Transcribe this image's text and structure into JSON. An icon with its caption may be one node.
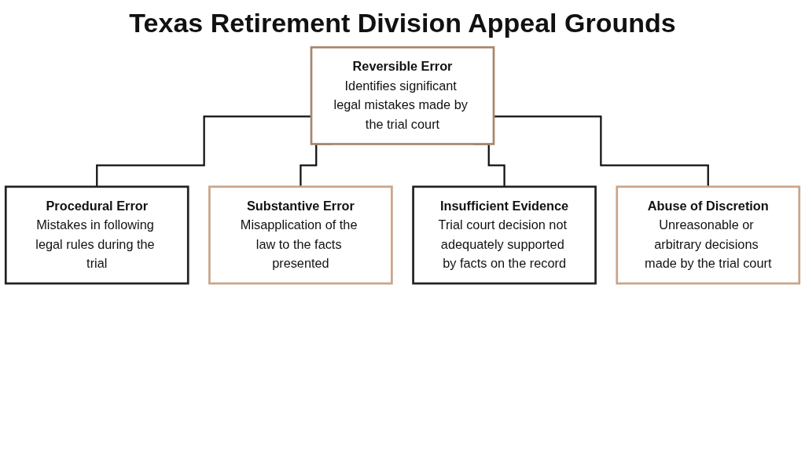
{
  "diagram": {
    "title": "Texas Retirement Division Appeal Grounds",
    "nodes": [
      {
        "text": [
          "Reversible Error",
          "Identifies significant legal mistakes made by the trial court"
        ]
      },
      {
        "text": [
          "Procedural Error",
          "Mistakes in following legal rules during the trial"
        ]
      },
      {
        "text": [
          "Substantive Error",
          "Misapplication of the law to the facts presented"
        ]
      },
      {
        "text": [
          "Insufficient Evidence",
          "Trial court decision not adequately supported by facts on the record"
        ]
      },
      {
        "text": [
          "Abuse of Discretion",
          "Unreasonable or arbitrary decisions made by the trial court"
        ]
      }
    ],
    "edges": [
      {
        "from": 0,
        "to": 1,
        "arrow": "none"
      },
      {
        "from": 0,
        "to": 2,
        "arrow": "none"
      },
      {
        "from": 0,
        "to": 3,
        "arrow": "none"
      },
      {
        "from": 0,
        "to": 4,
        "arrow": "none"
      }
    ]
  }
}
